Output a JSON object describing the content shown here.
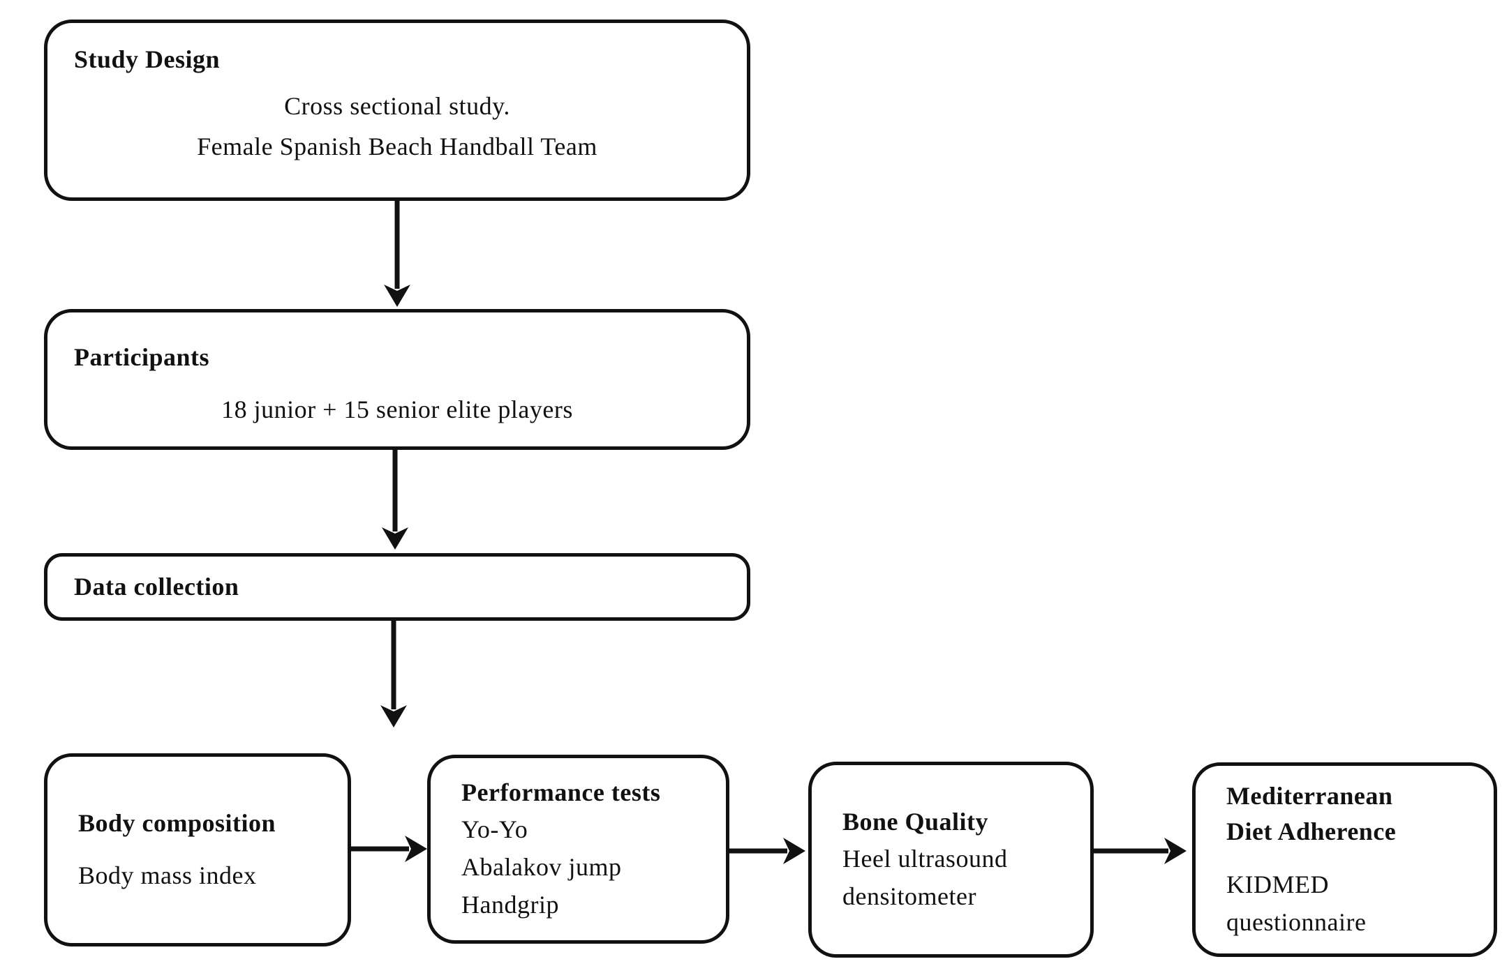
{
  "colors": {
    "border": "#111111",
    "text": "#111111",
    "background": "#ffffff",
    "arrow": "#111111"
  },
  "boxes": {
    "study_design": {
      "title": "Study Design",
      "lines": [
        "Cross sectional study.",
        "Female Spanish Beach Handball Team"
      ]
    },
    "participants": {
      "title": "Participants",
      "lines": [
        "18 junior + 15 senior elite players"
      ]
    },
    "data_collection": {
      "title": "Data collection"
    },
    "body_composition": {
      "title": "Body composition",
      "lines": [
        "Body mass index"
      ]
    },
    "performance_tests": {
      "title": "Performance tests",
      "lines": [
        "Yo-Yo",
        "Abalakov jump",
        "Handgrip"
      ]
    },
    "bone_quality": {
      "title": "Bone Quality",
      "lines": [
        "Heel ultrasound",
        "densitometer"
      ]
    },
    "diet_adherence": {
      "title": [
        "Mediterranean",
        "Diet Adherence"
      ],
      "lines": [
        "KIDMED",
        "questionnaire"
      ]
    }
  }
}
